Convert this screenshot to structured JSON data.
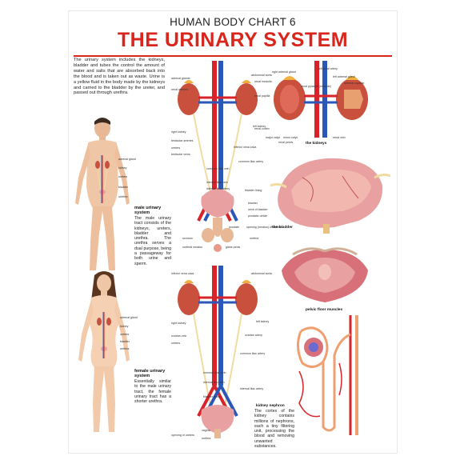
{
  "header": {
    "subtitle": "HUMAN BODY CHART 6",
    "title": "THE URINARY SYSTEM"
  },
  "intro_text": "The urinary system includes the kidneys, bladder and tubes the control the amount of water and salts that are absorbed back into the blood and is taken out as waste. Urine is a yellow fluid in the body made by the kidneys and carried to the bladder by the ureter, and passed out through urethra.",
  "male_section": {
    "heading": "male urinary system",
    "body": "The male urinary tract consists of the kidneys, ureters, bladder and urethra. The urethra serves a dual purpose, being a passageway for both urine and sperm.",
    "figure_labels": [
      "adrenal gland",
      "kidney",
      "ureters",
      "bladder",
      "urethra"
    ]
  },
  "female_section": {
    "heading": "female urinary system",
    "body": "Essentially similar to the male urinary tract, the female urinary tract has a shorter urethra.",
    "figure_labels": [
      "adrenal gland",
      "kidney",
      "ureters",
      "bladder",
      "urethra"
    ]
  },
  "male_diagram_labels": {
    "left": [
      "adrenal glands",
      "renal arteries",
      "right kidney",
      "testicular arteries",
      "ureters",
      "testicular veins",
      "common iliac vein",
      "internal iliac vein",
      "internal iliac artery",
      "scrotum",
      "urethral meatus"
    ],
    "right": [
      "abdominal aorta",
      "left kidney",
      "inferior vena cava",
      "common iliac artery",
      "bladder lining",
      "bladder",
      "neck of bladder",
      "prostatic utricle",
      "prostate",
      "opening (meatus) of ureters",
      "urethra",
      "glans penis"
    ]
  },
  "female_diagram_labels": {
    "left": [
      "inferior vena cava",
      "right kidney",
      "ovarian vein",
      "ureters",
      "common iliac vein",
      "internal iliac vein",
      "bladder lining",
      "vagina",
      "opening of ureters",
      "urethra"
    ],
    "right": [
      "abdominal aorta",
      "left kidney",
      "ovarian artery",
      "common iliac artery",
      "internal iliac artery"
    ]
  },
  "kidneys_panel": {
    "heading": "the kidneys",
    "labels": [
      "right adrenal gland",
      "left renal artery",
      "left adrenal gland",
      "adrenal capsule",
      "renal cortex",
      "renal medulla",
      "renal pyramid (medulla)",
      "renal papilla",
      "renal pelvis",
      "major calyx",
      "minor calyx",
      "renal vein"
    ]
  },
  "bladder_panel": {
    "heading": "the bladder"
  },
  "pelvic_panel": {
    "heading": "pelvic floor muscles"
  },
  "nephron_panel": {
    "heading": "kidney nephron",
    "body": "The cortex of the kidney contains millions of nephrons, each a tiny filtering unit, processing the blood and removing unwanted substances."
  },
  "colors": {
    "title_red": "#d9251c",
    "artery_red": "#d8232a",
    "vein_blue": "#2a57b8",
    "kidney": "#c9503c",
    "skin": "#f0c7a6",
    "bladder_pink": "#e9a0a0",
    "ureter_cream": "#f0dca0"
  }
}
